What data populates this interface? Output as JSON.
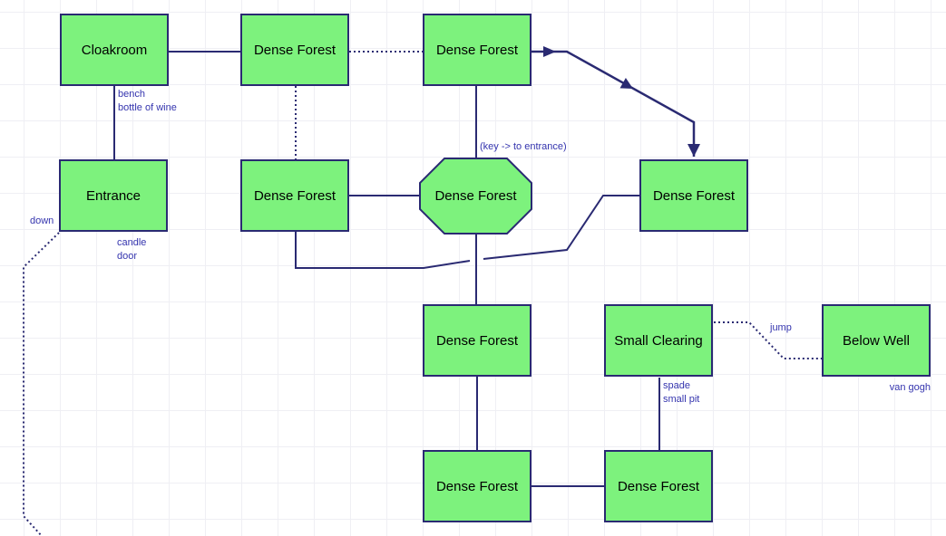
{
  "diagram": {
    "type": "interactive-fiction room map",
    "colors": {
      "room_fill": "#7df27d",
      "room_border": "#2a2a72",
      "connection_line": "#2a2a72",
      "connection_label_text": "#3434ae",
      "room_label_text": "#000000",
      "grid_line": "#efeff4",
      "background": "#ffffff"
    }
  },
  "rooms": [
    {
      "label": "Cloakroom",
      "shape": "rect"
    },
    {
      "label": "Dense Forest",
      "shape": "rect"
    },
    {
      "label": "Dense Forest",
      "shape": "rect"
    },
    {
      "label": "Entrance",
      "shape": "rect"
    },
    {
      "label": "Dense Forest",
      "shape": "rect"
    },
    {
      "label": "Dense Forest",
      "shape": "octagon"
    },
    {
      "label": "Dense Forest",
      "shape": "rect"
    },
    {
      "label": "Dense Forest",
      "shape": "rect"
    },
    {
      "label": "Small Clearing",
      "shape": "rect"
    },
    {
      "label": "Below Well",
      "shape": "rect"
    },
    {
      "label": "Dense Forest",
      "shape": "rect"
    },
    {
      "label": "Dense Forest",
      "shape": "rect"
    }
  ],
  "edge_labels": {
    "bench": "bench",
    "bottle_of_wine": "bottle of wine",
    "candle": "candle",
    "door": "door",
    "down": "down",
    "key_note": "(key -> to entrance)",
    "jump": "jump",
    "spade": "spade",
    "small_pit": "small pit",
    "van_gogh": "van gogh"
  },
  "connections": [
    {
      "from": "Cloakroom",
      "to": "Dense Forest (top middle)",
      "style": "solid",
      "labels": []
    },
    {
      "from": "Dense Forest (top middle)",
      "to": "Dense Forest (top right)",
      "style": "dotted",
      "labels": []
    },
    {
      "from": "Cloakroom",
      "to": "Entrance",
      "style": "solid",
      "labels": [
        "bench",
        "bottle of wine"
      ]
    },
    {
      "from": "Dense Forest (top middle)",
      "to": "Dense Forest (mid left)",
      "style": "dotted",
      "labels": []
    },
    {
      "from": "Dense Forest (top right)",
      "to": "Dense Forest (right)",
      "style": "solid",
      "one_way": true,
      "arrowheads": 3,
      "labels": []
    },
    {
      "from": "Dense Forest (top right)",
      "to": "Dense Forest (octagon)",
      "style": "solid",
      "labels": [
        "(key -> to entrance)"
      ]
    },
    {
      "from": "Dense Forest (mid left)",
      "to": "Dense Forest (octagon)",
      "style": "solid",
      "labels": []
    },
    {
      "from": "Entrance",
      "to": "off-map (down)",
      "style": "dotted",
      "labels": [
        "down",
        "candle",
        "door"
      ]
    },
    {
      "from": "Dense Forest (octagon)",
      "to": "Dense Forest (center)",
      "style": "solid",
      "labels": []
    },
    {
      "from": "Dense Forest (mid left)",
      "to": "Dense Forest (right)",
      "style": "solid",
      "labels": []
    },
    {
      "from": "Dense Forest (center)",
      "to": "Dense Forest (bottom mid)",
      "style": "solid",
      "labels": []
    },
    {
      "from": "Dense Forest (bottom mid)",
      "to": "Dense Forest (bottom right)",
      "style": "solid",
      "labels": []
    },
    {
      "from": "Small Clearing",
      "to": "Dense Forest (bottom right)",
      "style": "solid",
      "labels": [
        "spade",
        "small pit"
      ]
    },
    {
      "from": "Small Clearing",
      "to": "Below Well",
      "style": "dotted",
      "labels": [
        "jump",
        "van gogh"
      ]
    }
  ]
}
